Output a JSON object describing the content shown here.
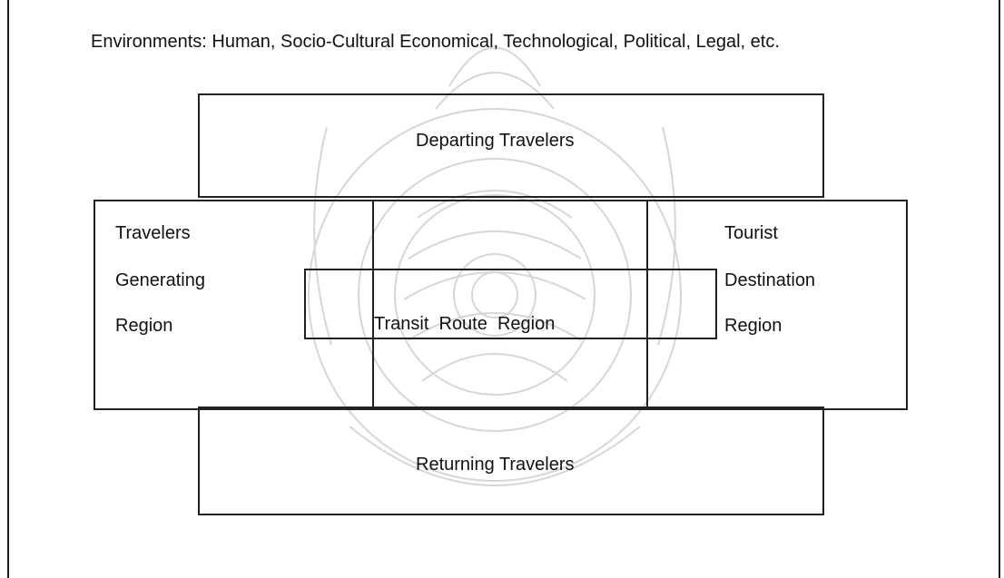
{
  "environments": "Environments: Human, Socio-Cultural Economical, Technological, Political, Legal, etc.",
  "departing": "Departing Travelers",
  "returning": "Returning Travelers",
  "transit": "Transit  Route  Region",
  "generating_region": [
    "Travelers",
    "Generating",
    "Region"
  ],
  "destination_region": [
    "Tourist",
    "Destination",
    "Region"
  ],
  "colors": {
    "line": "#222222",
    "text": "#111111",
    "watermark": "#bdbdbd"
  }
}
